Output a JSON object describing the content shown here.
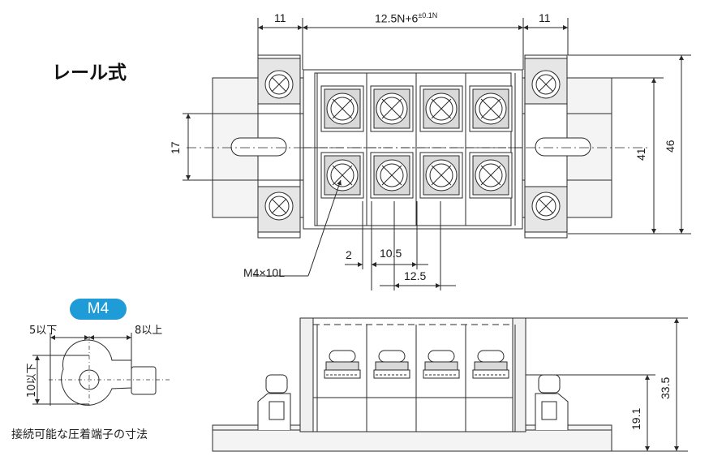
{
  "title": "レール式",
  "top_view": {
    "dim_left_width": "11",
    "dim_center_width": "12.5N+6",
    "dim_center_tolerance": "±0.1N",
    "dim_right_width": "11",
    "dim_left_vertical": "17",
    "dim_inner_height": "41",
    "dim_outer_height": "46",
    "dim_gap": "2",
    "dim_terminal_width": "10.5",
    "dim_pitch": "12.5",
    "screw_callout": "M4×10L"
  },
  "side_view": {
    "dim_total_height": "33.5",
    "dim_rail_height": "19.1"
  },
  "terminal_detail": {
    "badge": "M4",
    "dim_left": "5以下",
    "dim_right": "8以上",
    "dim_height": "10以下",
    "caption": "接続可能な圧着端子の寸法"
  },
  "colors": {
    "line": "#2a2a2a",
    "body_fill": "#f2f2f2",
    "shade_fill": "#d9d9d9",
    "badge_blue": "#1f9bd7"
  }
}
